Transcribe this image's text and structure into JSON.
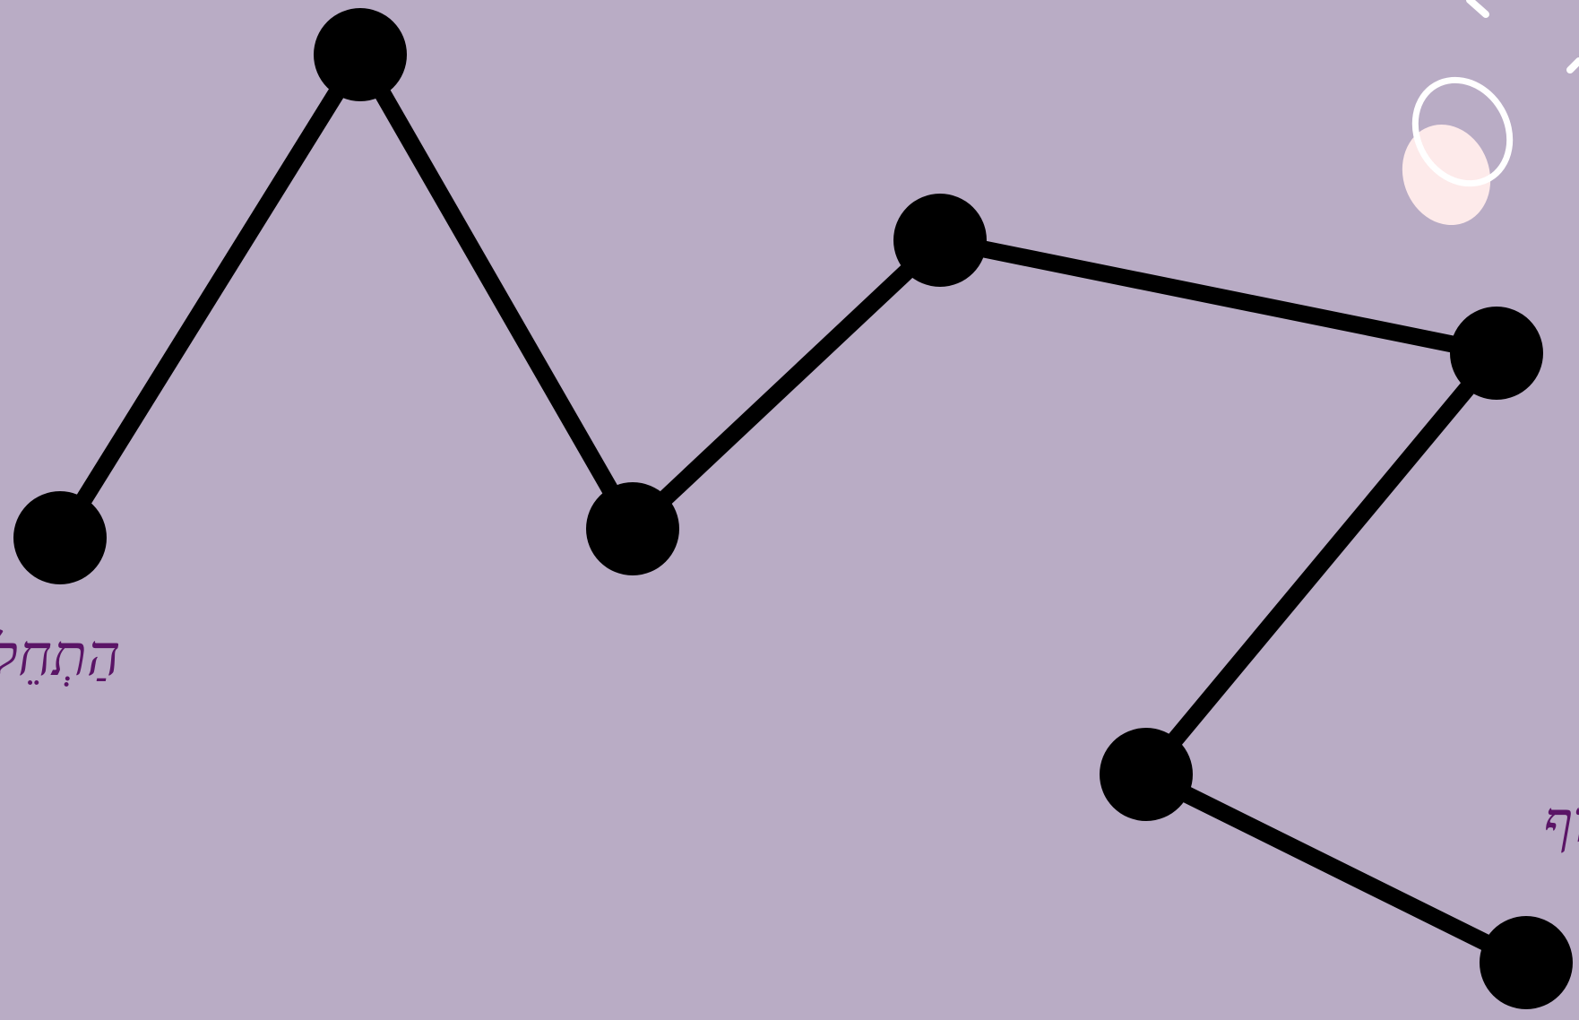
{
  "game": {
    "start_label": "הַתְחֵל",
    "end_label": "סוֹף",
    "nodes": [
      {
        "id": "node-1"
      },
      {
        "id": "node-2"
      },
      {
        "id": "node-3"
      },
      {
        "id": "node-4"
      },
      {
        "id": "node-5"
      },
      {
        "id": "node-6"
      },
      {
        "id": "node-7"
      }
    ],
    "colors": {
      "background": "#b9acc5",
      "path": "#000000",
      "node": "#000000",
      "label": "#5a1466",
      "marker_ring": "#ffffff",
      "marker_fill": "#fdeaea"
    },
    "decorations": [
      "sparkle-ring-icon"
    ]
  }
}
